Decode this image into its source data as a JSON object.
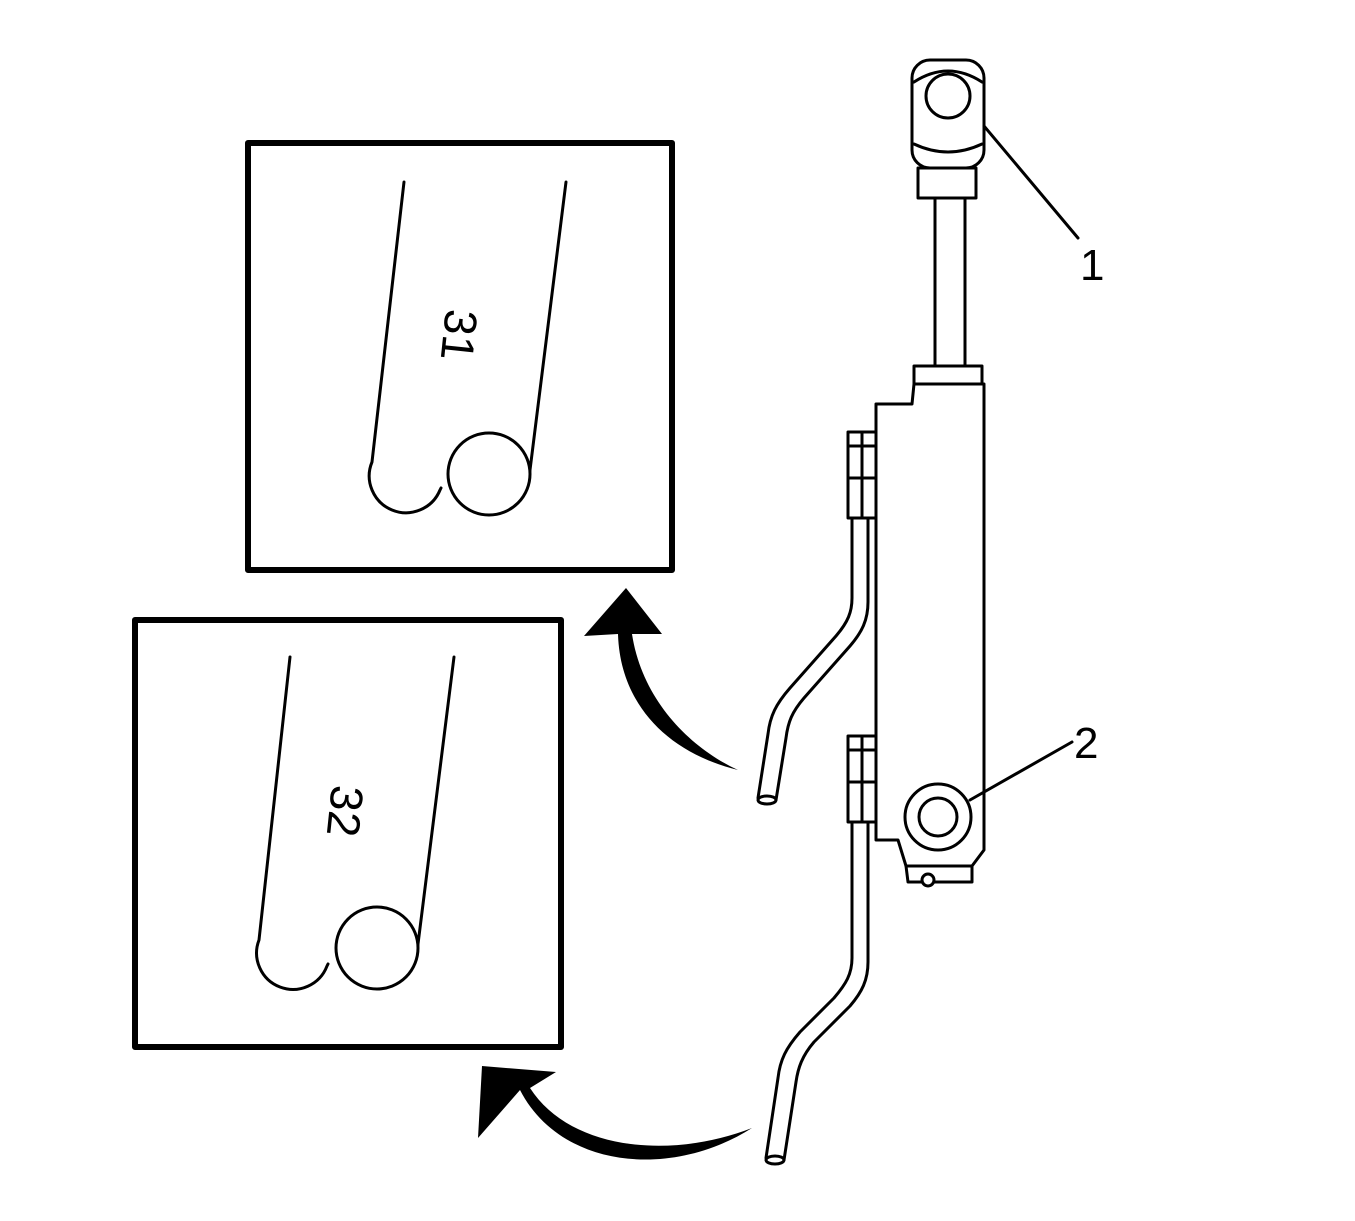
{
  "diagram": {
    "callouts": [
      {
        "id": "callout-1",
        "label": "1"
      },
      {
        "id": "callout-2",
        "label": "2"
      }
    ],
    "insets": [
      {
        "id": "inset-31",
        "label": "31"
      },
      {
        "id": "inset-32",
        "label": "32"
      }
    ],
    "colors": {
      "line": "#000000",
      "background": "#ffffff"
    }
  }
}
